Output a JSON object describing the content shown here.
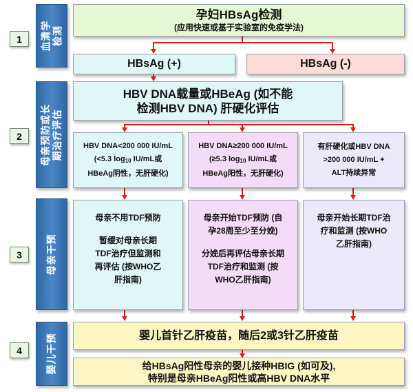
{
  "sections": [
    {
      "num": "1",
      "label": "血清学\n检测"
    },
    {
      "num": "2",
      "label": "母亲预防或长\n期治疗评估"
    },
    {
      "num": "3",
      "label": "母亲干预"
    },
    {
      "num": "4",
      "label": "婴儿干预"
    }
  ],
  "screening": {
    "line1": "孕妇HBsAg检测",
    "line2": "(应用快速或基于实验室的免疫学法)"
  },
  "hbsag_positive": "HBsAg (+)",
  "hbsag_negative": "HBsAg (-)",
  "assessment": {
    "line1": "HBV DNA载量或HBeAg (如不能",
    "line2": "检测HBV DNA) 肝硬化评估"
  },
  "criteria": {
    "low": {
      "line1": "HBV DNA<200 000 IU/mL",
      "line2_pre": "(<5.3 log",
      "line2_sub": "10",
      "line2_post": " IU/mL或",
      "line3": "HBeAg阴性，无肝硬化)"
    },
    "high": {
      "line1": "HBV DNA≥200 000 IU/mL",
      "line2_pre": "(≥5.3 log",
      "line2_sub": "10",
      "line2_post": " IU/mL或",
      "line3": "HBeAg阳性，无肝硬化)"
    },
    "severe": {
      "line1": "有肝硬化或HBV DNA",
      "line2": ">200 000 IU/mL +",
      "line3": "ALT持续异常"
    }
  },
  "interventions": {
    "low": {
      "p1": "母亲不用TDF预防",
      "p2": [
        "暂缓对母亲长期",
        "TDF治疗但监测和",
        "再评估 (按WHO乙",
        "肝指南)"
      ]
    },
    "high": {
      "p1": [
        "母亲开始TDF预防 (自",
        "孕28周至少至分娩)"
      ],
      "p2": [
        "分娩后再评估母亲长期",
        "TDF治疗和监测 (按",
        "WHO乙肝指南)"
      ]
    },
    "severe": {
      "p1": [
        "母亲开始长期TDF治",
        "疗和监测 (按WHO",
        "乙肝指南)"
      ]
    }
  },
  "infant": {
    "vaccine": "婴儿首针乙肝疫苗，随后2或3针乙肝疫苗",
    "hbig": {
      "line1": "给HBsAg阳性母亲的婴儿接种HBIG (如可及),",
      "line2": "特别是母亲HBeAg阳性或高HBV DNA水平"
    }
  },
  "colors": {
    "green": "#e6f7d4",
    "cyan": "#dff7f7",
    "pink": "#fbdcd9",
    "lavender": "#ece9fb",
    "violet": "#f2dcf8",
    "yellow": "#fcf6c4",
    "arrow": "#e01b1b",
    "side": "#3a76b8"
  }
}
